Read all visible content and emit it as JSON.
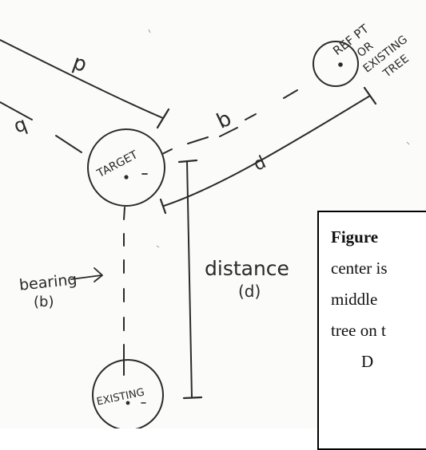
{
  "diagram": {
    "labels": {
      "target": "TARGET",
      "existing": "EXISTING",
      "ref_line1": "REF PT",
      "ref_line2": "OR",
      "ref_line3": "EXISTING",
      "ref_line4": "TREE",
      "bearing_text": "bearing",
      "bearing_symbol": "(b)",
      "distance_text": "distance",
      "distance_symbol": "(d)",
      "d_top": "d",
      "b_top_left": "b",
      "b_mid": "b",
      "d_right": "d"
    }
  },
  "caption": {
    "lines": [
      "Figure",
      "center is",
      "middle",
      "tree on t",
      "D"
    ]
  }
}
